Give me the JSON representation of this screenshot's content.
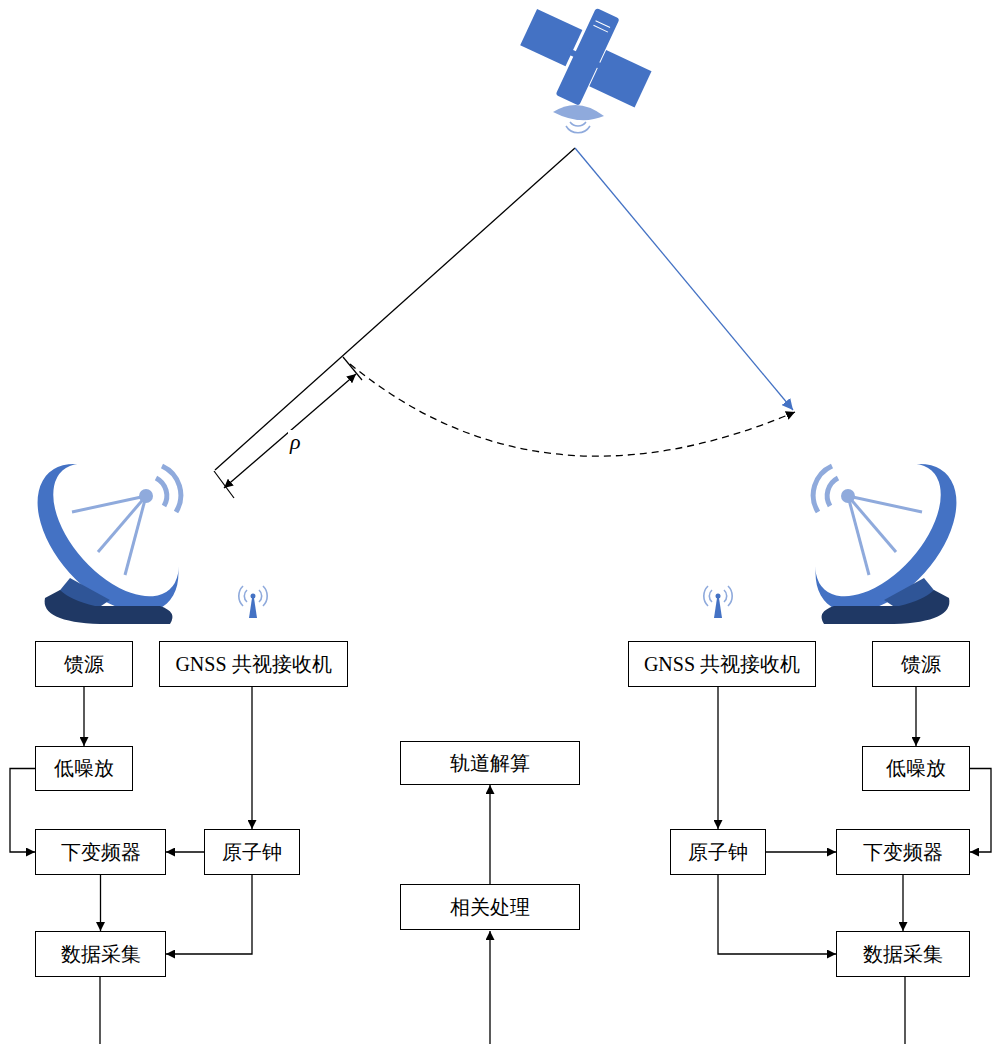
{
  "diagram": {
    "nodes": [
      {
        "text": [
          "馈源"
        ]
      },
      {
        "text": [
          "GNSS 共视接收机"
        ]
      },
      {
        "text": [
          "低噪放"
        ]
      },
      {
        "text": [
          "下变频器"
        ]
      },
      {
        "text": [
          "原子钟"
        ]
      },
      {
        "text": [
          "数据采集"
        ]
      },
      {
        "text": [
          "轨道解算"
        ]
      },
      {
        "text": [
          "相关处理"
        ]
      },
      {
        "text": [
          "GNSS 共视接收机"
        ]
      },
      {
        "text": [
          "馈源"
        ]
      },
      {
        "text": [
          "低噪放"
        ]
      },
      {
        "text": [
          "原子钟"
        ]
      },
      {
        "text": [
          "下变频器"
        ]
      },
      {
        "text": [
          "数据采集"
        ]
      }
    ],
    "edges": [
      {
        "from": 0,
        "to": 2,
        "arrow": "to"
      },
      {
        "from": 2,
        "to": 3,
        "arrow": "to"
      },
      {
        "from": 1,
        "to": 4,
        "arrow": "to"
      },
      {
        "from": 4,
        "to": 3,
        "arrow": "to"
      },
      {
        "from": 3,
        "to": 5,
        "arrow": "to"
      },
      {
        "from": 4,
        "to": 5,
        "arrow": "to"
      },
      {
        "from": 7,
        "to": 6,
        "arrow": "to"
      },
      {
        "from": 9,
        "to": 10,
        "arrow": "to"
      },
      {
        "from": 8,
        "to": 11,
        "arrow": "to"
      },
      {
        "from": 11,
        "to": 12,
        "arrow": "to"
      },
      {
        "from": 11,
        "to": 13,
        "arrow": "to"
      },
      {
        "from": 12,
        "to": 13,
        "arrow": "to"
      },
      {
        "from": 10,
        "to": 12,
        "arrow": "to"
      }
    ],
    "labels": [
      "ρ"
    ]
  }
}
